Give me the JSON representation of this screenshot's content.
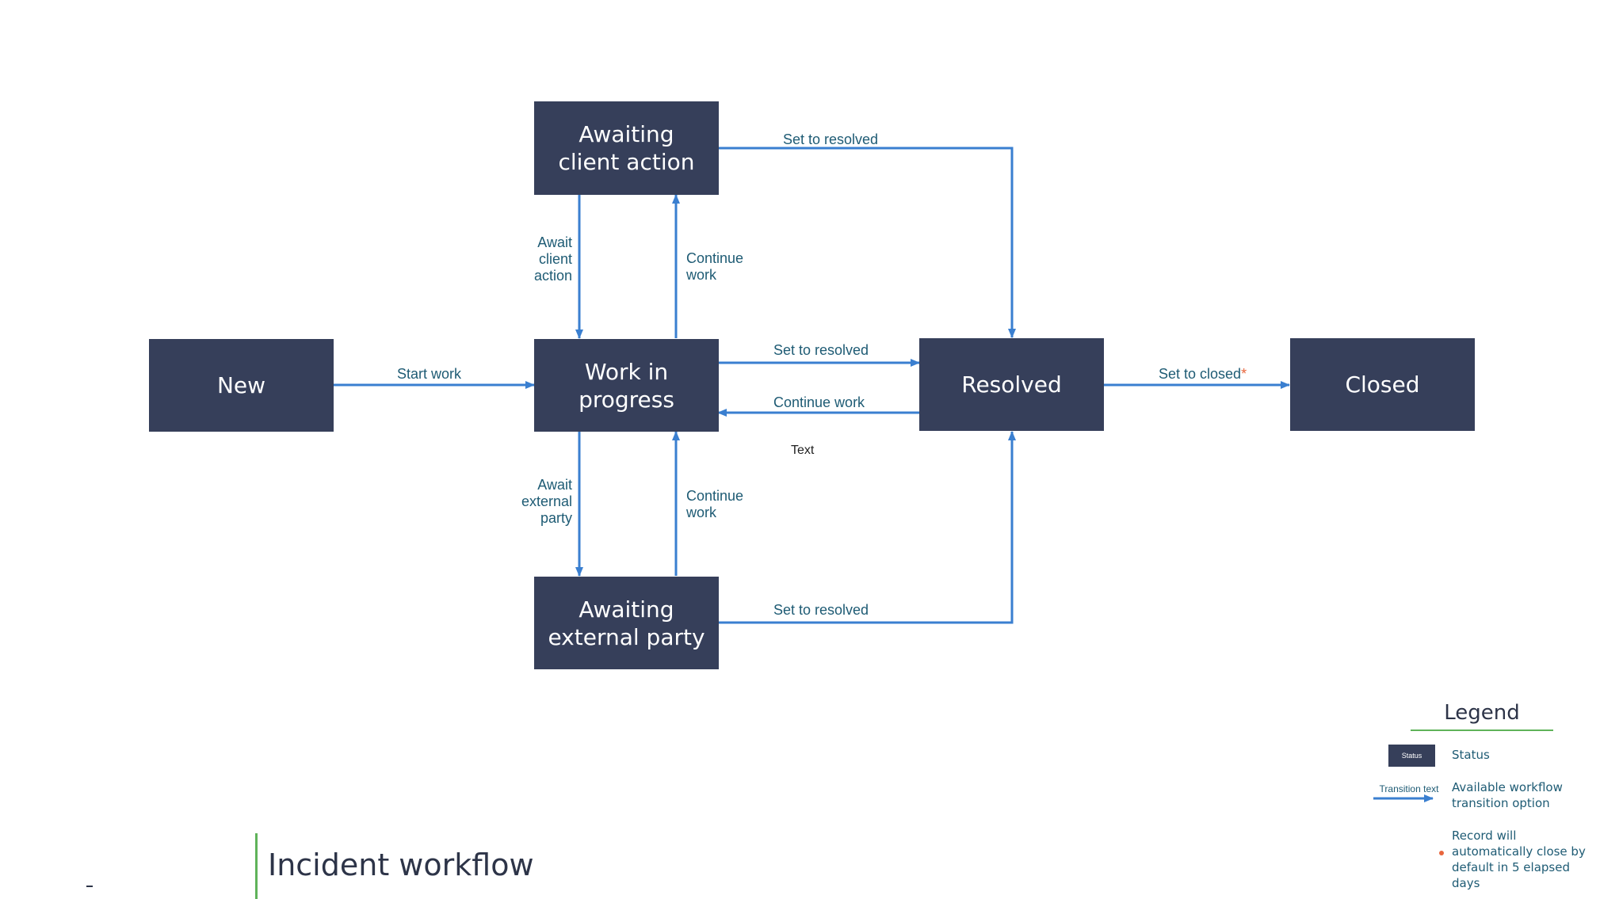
{
  "diagram": {
    "states": {
      "new": "New",
      "work_in_progress": "Work in progress",
      "awaiting_client_action": "Awaiting client action",
      "awaiting_external_party": "Awaiting external party",
      "resolved": "Resolved",
      "closed": "Closed"
    },
    "transitions": {
      "start_work": "Start work",
      "await_client_action": "Await client action",
      "continue_work_from_client": "Continue work",
      "await_external_party": "Await external party",
      "continue_work_from_external": "Continue work",
      "set_to_resolved_from_wip": "Set to resolved",
      "continue_work_from_resolved": "Continue work",
      "set_to_resolved_from_client": "Set to resolved",
      "set_to_resolved_from_external": "Set to resolved",
      "set_to_closed": "Set to closed",
      "set_to_closed_marker": "*"
    },
    "stray_text": "Text",
    "colors": {
      "status_fill": "#363f5a",
      "arrow": "#3a7fd0",
      "label": "#1e5b74",
      "accent": "#5fb35a",
      "marker": "#e8663d"
    }
  },
  "legend": {
    "title": "Legend",
    "status_swatch": "Status",
    "status_desc": "Status",
    "transition_text": "Transition text",
    "transition_desc": "Available workflow transition option",
    "auto_close_desc": "Record will automatically close by default in 5 elapsed days"
  },
  "page_title": "Incident workflow"
}
